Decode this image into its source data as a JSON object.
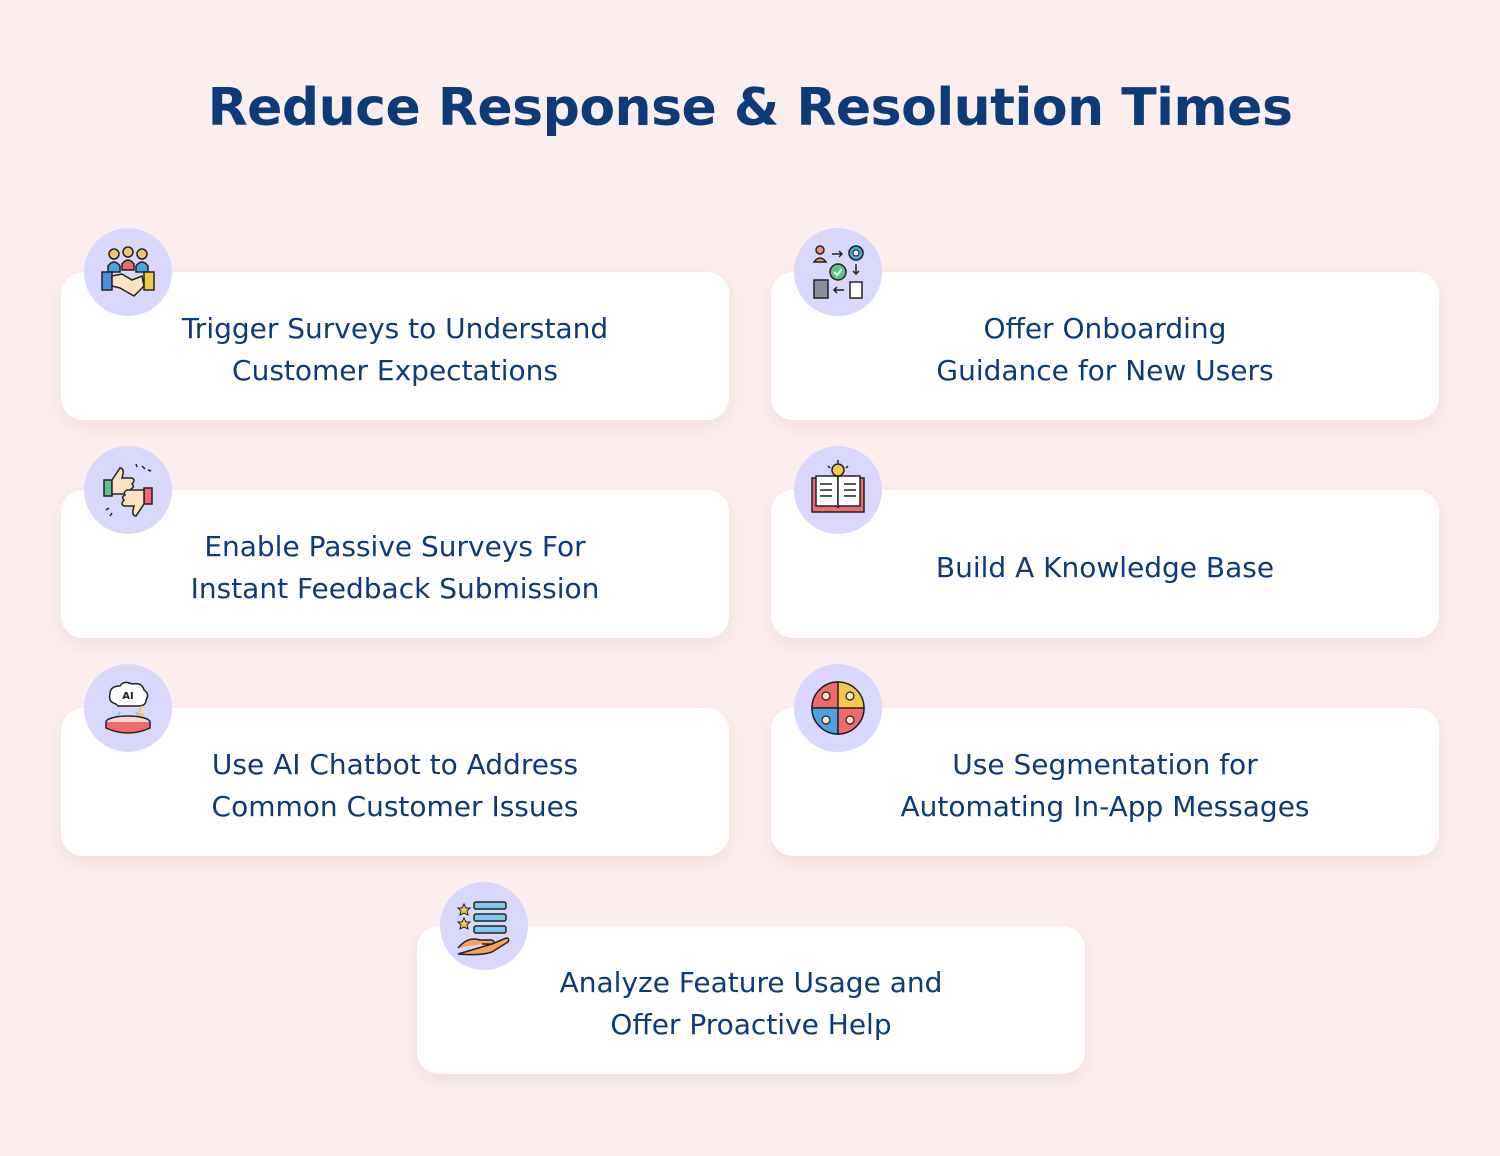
{
  "title": "Reduce Response & Resolution Times",
  "colors": {
    "background": "#fdeeee",
    "card": "#ffffff",
    "text": "#0d3b7a",
    "badge": "#d9d7fb"
  },
  "items": [
    {
      "label": "Trigger Surveys to Understand\nCustomer Expectations",
      "icon": "handshake-team-icon"
    },
    {
      "label": "Offer Onboarding\nGuidance for New Users",
      "icon": "onboarding-workflow-icon"
    },
    {
      "label": "Enable Passive Surveys For\nInstant Feedback Submission",
      "icon": "thumbs-feedback-icon"
    },
    {
      "label": "Build A Knowledge Base",
      "icon": "knowledge-book-icon"
    },
    {
      "label": "Use AI Chatbot to Address\nCommon Customer Issues",
      "icon": "ai-brain-icon"
    },
    {
      "label": "Use Segmentation for\nAutomating In-App Messages",
      "icon": "segmentation-pie-icon"
    },
    {
      "label": "Analyze Feature Usage and\nOffer Proactive Help",
      "icon": "hand-checklist-icon"
    }
  ]
}
